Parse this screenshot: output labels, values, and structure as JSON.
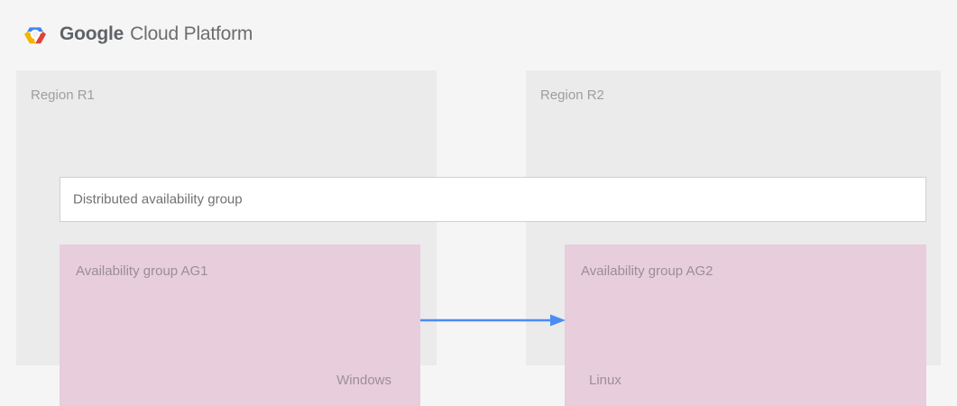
{
  "branding": {
    "logo_icon": "google-cloud-platform-logo-icon",
    "google_word": "Google",
    "suffix_word": "Cloud Platform",
    "colors": {
      "logo_blue": "#4285F4",
      "logo_red": "#DB4437",
      "logo_yellow": "#F4B400",
      "text_gray": "#5f6368"
    }
  },
  "diagram": {
    "regions": [
      {
        "id": "r1",
        "title": "Region R1"
      },
      {
        "id": "r2",
        "title": "Region R2"
      }
    ],
    "distributed_group": {
      "label": "Distributed availability group"
    },
    "availability_groups": [
      {
        "id": "ag1",
        "title": "Availability group AG1",
        "os": "Windows",
        "region": "Region R1"
      },
      {
        "id": "ag2",
        "title": "Availability group AG2",
        "os": "Linux",
        "region": "Region R2"
      }
    ],
    "connector": {
      "icon": "arrow-right-icon",
      "from": "Availability group AG1",
      "to": "Availability group AG2",
      "color": "#4285F4"
    },
    "colors": {
      "page_background": "#f5f5f5",
      "region_panel": "#ebebeb",
      "availability_group": "#e8cddc",
      "distributed_group_fill": "#ffffff",
      "distributed_group_border": "#d0d0d0",
      "muted_text": "#9e9e9e"
    }
  }
}
